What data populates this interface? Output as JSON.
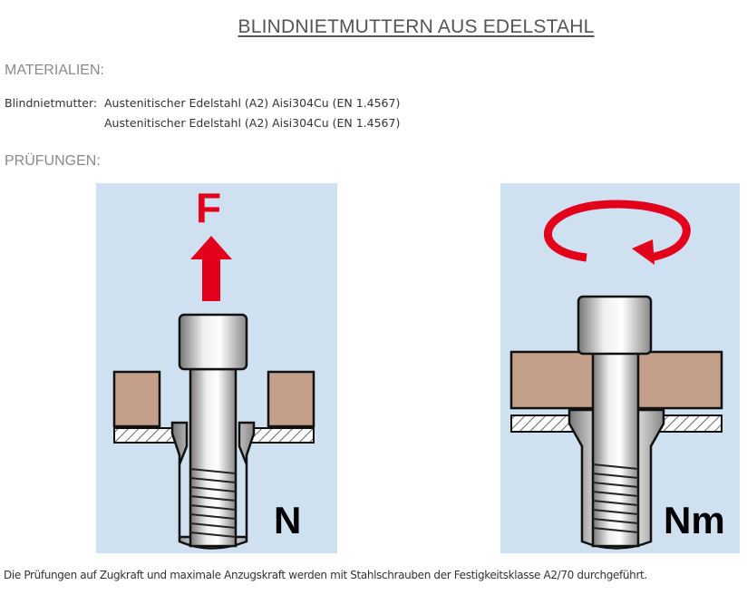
{
  "title": "BLINDNIETMUTTERN AUS EDELSTAHL",
  "materials": {
    "heading": "MATERIALIEN:",
    "label": "Blindnietmutter:",
    "lines": [
      "Austenitischer Edelstahl (A2) Aisi304Cu (EN 1.4567)",
      "Austenitischer Edelstahl (A2) Aisi304Cu (EN 1.4567)"
    ]
  },
  "tests": {
    "heading": "PRÜFUNGEN:",
    "tensile": {
      "force_label": "F",
      "unit_label": "N"
    },
    "torque": {
      "unit_label": "Nm"
    },
    "note": "Die Prüfungen auf Zugkraft und maximale Anzugskraft werden mit Stahlschrauben der Festigkeitsklasse A2/70 durchgeführt."
  },
  "colors": {
    "accent_red": "#e3001b",
    "panel_bg": "#cfe0f1",
    "plate_brown": "#c4a08a"
  }
}
